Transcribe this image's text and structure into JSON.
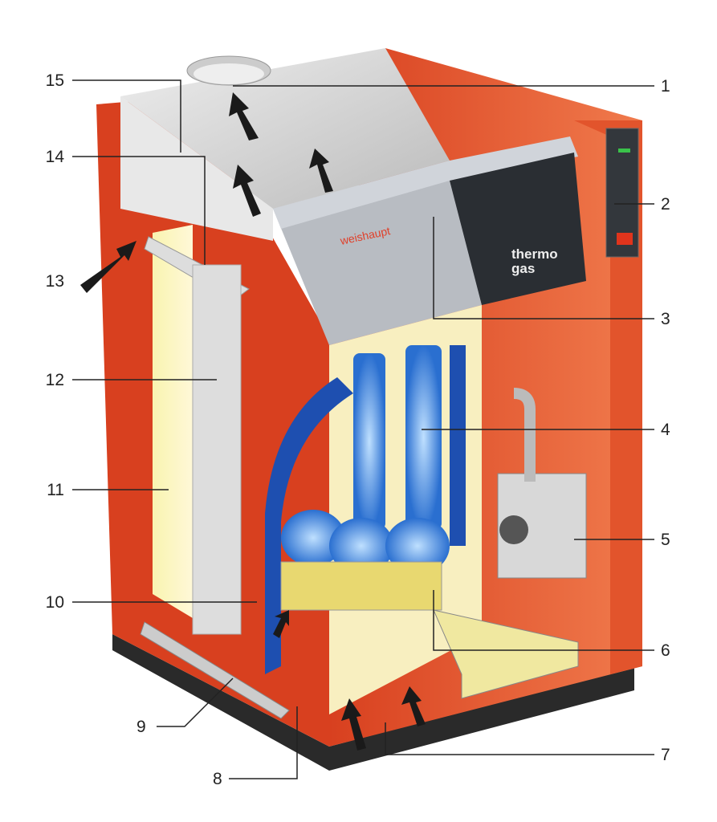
{
  "diagram": {
    "brand_label": "weishaupt",
    "product_label_line1": "thermo",
    "product_label_line2": "gas",
    "callouts": [
      "1",
      "2",
      "3",
      "4",
      "5",
      "6",
      "7",
      "8",
      "9",
      "10",
      "11",
      "12",
      "13",
      "14",
      "15"
    ],
    "colors": {
      "casing": "#e0502c",
      "casing_dark": "#b83a1e",
      "panel": "#2a2e33",
      "water": "#1e4fb0",
      "insulation": "#f6f0a8",
      "base": "#2a2a2a"
    }
  }
}
